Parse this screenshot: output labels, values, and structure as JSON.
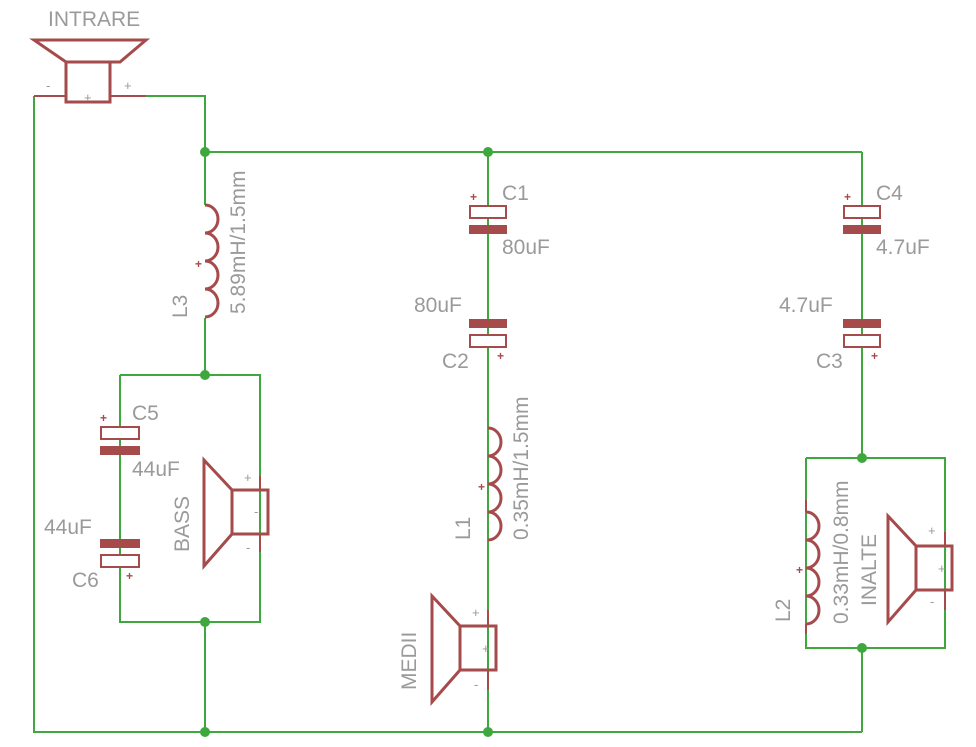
{
  "colors": {
    "wire": "#3ea83e",
    "symbol": "#a54b4b",
    "text": "#9a9a9a"
  },
  "speakers": {
    "input": {
      "label": "INTRARE",
      "minus": "-",
      "plus": "+",
      "center": "+"
    },
    "bass": {
      "label": "BASS",
      "minus": "-",
      "plus": "+",
      "center": "-"
    },
    "mid": {
      "label": "MEDII",
      "minus": "-",
      "plus": "+",
      "center": "+"
    },
    "high": {
      "label": "INALTE",
      "minus": "-",
      "plus": "+",
      "center": "+"
    }
  },
  "capacitors": {
    "c1": {
      "name": "C1",
      "value": "80uF"
    },
    "c2": {
      "name": "C2",
      "value": "80uF"
    },
    "c3": {
      "name": "C3",
      "value": "4.7uF"
    },
    "c4": {
      "name": "C4",
      "value": "4.7uF"
    },
    "c5": {
      "name": "C5",
      "value": "44uF"
    },
    "c6": {
      "name": "C6",
      "value": "44uF"
    }
  },
  "inductors": {
    "l1": {
      "name": "L1",
      "value": "0.35mH/1.5mm"
    },
    "l2": {
      "name": "L2",
      "value": "0.33mH/0.8mm"
    },
    "l3": {
      "name": "L3",
      "value": "5.89mH/1.5mm"
    }
  },
  "polarity": {
    "plus": "+"
  }
}
